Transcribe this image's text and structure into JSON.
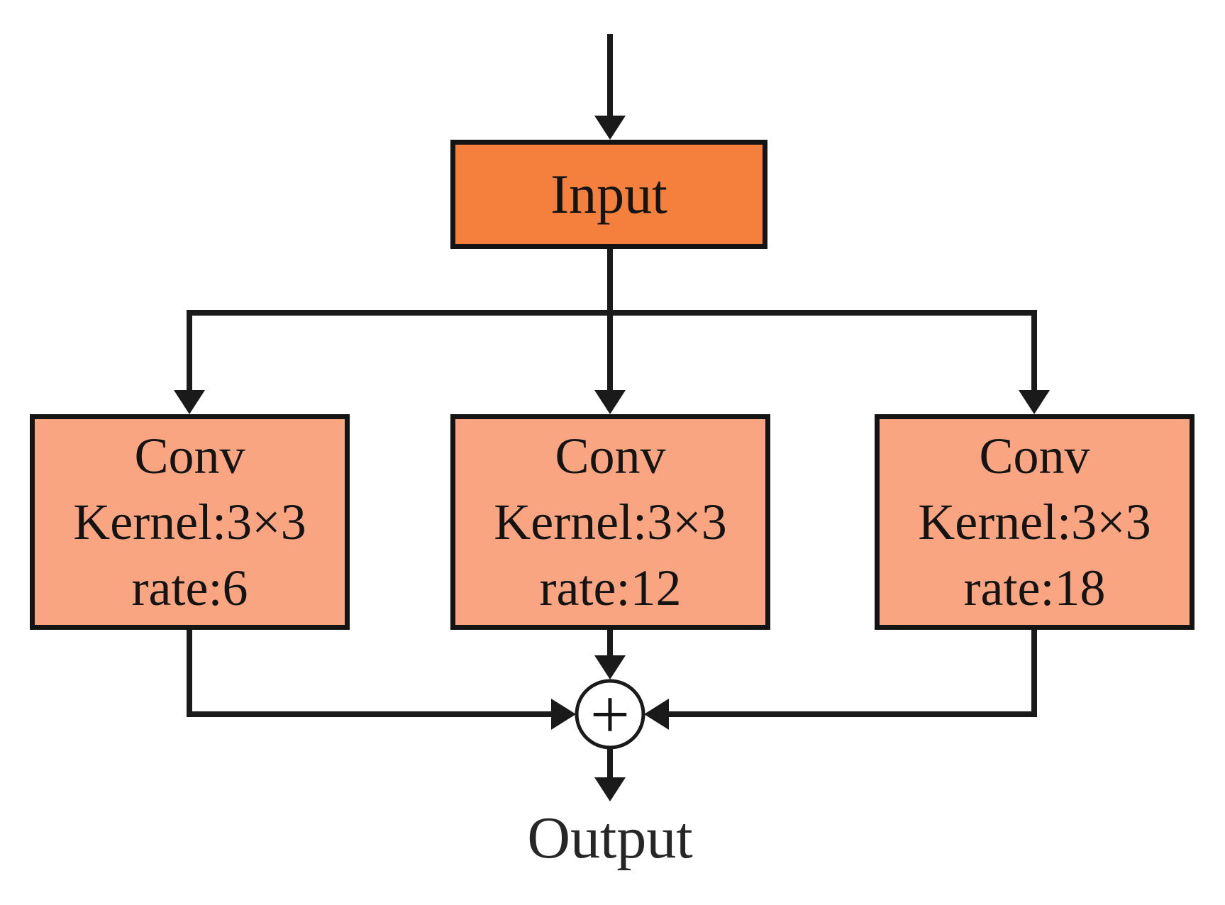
{
  "diagram": {
    "colors": {
      "input_fill": "#F5803E",
      "conv_fill": "#F9A581",
      "line_color": "#1A1A1A",
      "sum_fill": "#FFFFFF"
    },
    "nodes": {
      "input": {
        "label": "Input"
      },
      "conv1": {
        "lines": [
          "Conv",
          "Kernel:3×3",
          "rate:6"
        ]
      },
      "conv2": {
        "lines": [
          "Conv",
          "Kernel:3×3",
          "rate:12"
        ]
      },
      "conv3": {
        "lines": [
          "Conv",
          "Kernel:3×3",
          "rate:18"
        ]
      },
      "sum": {
        "symbol": "+"
      },
      "output": {
        "label": "Output"
      }
    }
  }
}
